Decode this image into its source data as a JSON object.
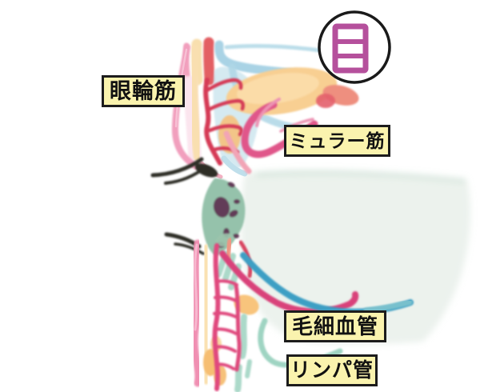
{
  "badge": {
    "character": "目",
    "kanji_color": "#b5509c",
    "ring_color": "#1a1a1a"
  },
  "labels": {
    "orbicularis": "眼輪筋",
    "muller": "ミュラー筋",
    "capillary": "毛細血管",
    "lymph": "リンパ管"
  },
  "palette": {
    "label_bg": "#faf3ae",
    "label_border": "#1c1c1c",
    "label_text": "#111111",
    "skin_pink": "#f19fbd",
    "muscle_magenta": "#e0578a",
    "vessel_crimson": "#d53a57",
    "vein_blue": "#3d9fc4",
    "tarsus_blue": "#aed7e7",
    "fat_peach": "#f8cf92",
    "lymph_teal": "#9fd4c2",
    "iris_green": "#8fbfa6",
    "pupil_plum": "#5d3150",
    "eyeball_wash": "#dce8dd",
    "lash_dark": "#2e2e28"
  }
}
